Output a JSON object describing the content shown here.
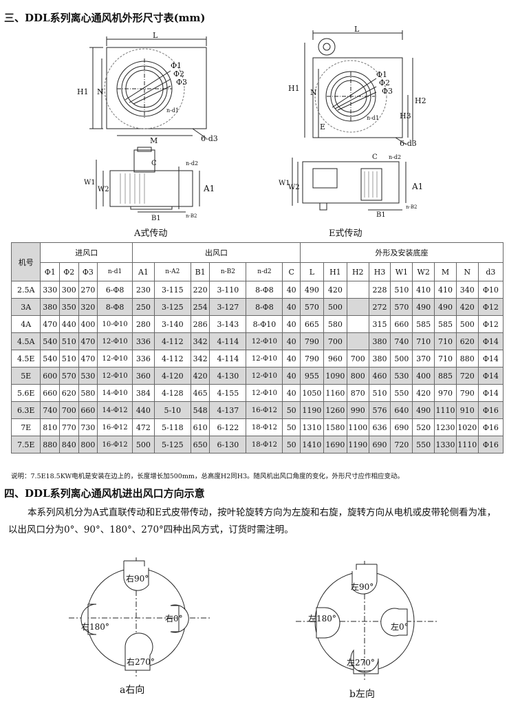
{
  "sections": {
    "dims_title": "三、DDL系列离心通风机外形尺寸表(mm)",
    "direction_title": "四、DDL系列离心通风机进出风口方向示意"
  },
  "drawing_labels": {
    "L": "L",
    "H1": "H1",
    "N": "N",
    "M": "M",
    "H2": "H2",
    "H3": "H3",
    "phi1": "Φ1",
    "phi2": "Φ2",
    "phi3": "Φ3",
    "nd1": "n-d1",
    "six_d3": "6-d3",
    "C": "C",
    "nd2": "n-d2",
    "W1": "W1",
    "W2": "W2",
    "A1": "A1",
    "B1": "B1",
    "nB2": "n-B2",
    "E": "E"
  },
  "captions": {
    "a_drive": "A式传动",
    "e_drive": "E式传动"
  },
  "table": {
    "group_headers": {
      "model": "机号",
      "inlet": "进风口",
      "outlet": "出风口",
      "base": "外形及安装底座"
    },
    "columns": [
      "Φ1",
      "Φ2",
      "Φ3",
      "n-d1",
      "A1",
      "n-A2",
      "B1",
      "n-B2",
      "n-d2",
      "C",
      "L",
      "H1",
      "H2",
      "H3",
      "W1",
      "W2",
      "M",
      "N",
      "d3"
    ],
    "rows": [
      {
        "model": "2.5A",
        "shade": false,
        "v": [
          "330",
          "300",
          "270",
          "6-Φ8",
          "230",
          "3-115",
          "220",
          "3-110",
          "8-Φ8",
          "40",
          "490",
          "420",
          "",
          "228",
          "510",
          "410",
          "410",
          "340",
          "Φ10"
        ]
      },
      {
        "model": "3A",
        "shade": true,
        "v": [
          "380",
          "350",
          "320",
          "8-Φ8",
          "250",
          "3-125",
          "254",
          "3-127",
          "8-Φ8",
          "40",
          "570",
          "500",
          "",
          "272",
          "570",
          "490",
          "490",
          "420",
          "Φ12"
        ]
      },
      {
        "model": "4A",
        "shade": false,
        "v": [
          "470",
          "440",
          "400",
          "10-Φ10",
          "280",
          "3-140",
          "286",
          "3-143",
          "8-Φ10",
          "40",
          "665",
          "580",
          "",
          "315",
          "660",
          "585",
          "585",
          "500",
          "Φ12"
        ]
      },
      {
        "model": "4.5A",
        "shade": true,
        "v": [
          "540",
          "510",
          "470",
          "12-Φ10",
          "336",
          "4-112",
          "342",
          "4-114",
          "12-Φ10",
          "40",
          "790",
          "700",
          "",
          "380",
          "740",
          "710",
          "710",
          "620",
          "Φ14"
        ]
      },
      {
        "model": "4.5E",
        "shade": false,
        "v": [
          "540",
          "510",
          "470",
          "12-Φ10",
          "336",
          "4-112",
          "342",
          "4-114",
          "12-Φ10",
          "40",
          "790",
          "960",
          "700",
          "380",
          "500",
          "370",
          "710",
          "880",
          "Φ14"
        ]
      },
      {
        "model": "5E",
        "shade": true,
        "v": [
          "600",
          "570",
          "530",
          "12-Φ10",
          "360",
          "4-120",
          "420",
          "4-130",
          "12-Φ10",
          "40",
          "955",
          "1090",
          "800",
          "460",
          "530",
          "400",
          "885",
          "720",
          "Φ14"
        ]
      },
      {
        "model": "5.6E",
        "shade": false,
        "v": [
          "660",
          "620",
          "580",
          "14-Φ10",
          "384",
          "4-128",
          "465",
          "4-155",
          "12-Φ10",
          "40",
          "1050",
          "1160",
          "870",
          "510",
          "550",
          "420",
          "970",
          "790",
          "Φ14"
        ]
      },
      {
        "model": "6.3E",
        "shade": true,
        "v": [
          "740",
          "700",
          "660",
          "14-Φ12",
          "440",
          "5-10",
          "548",
          "4-137",
          "16-Φ12",
          "50",
          "1190",
          "1260",
          "990",
          "576",
          "640",
          "490",
          "1110",
          "910",
          "Φ16"
        ]
      },
      {
        "model": "7E",
        "shade": false,
        "v": [
          "810",
          "770",
          "730",
          "16-Φ12",
          "472",
          "5-118",
          "610",
          "6-122",
          "18-Φ12",
          "50",
          "1310",
          "1580",
          "1100",
          "636",
          "690",
          "520",
          "1230",
          "1020",
          "Φ16"
        ]
      },
      {
        "model": "7.5E",
        "shade": true,
        "v": [
          "880",
          "840",
          "800",
          "16-Φ12",
          "500",
          "5-125",
          "650",
          "6-130",
          "18-Φ12",
          "50",
          "1410",
          "1690",
          "1190",
          "690",
          "720",
          "550",
          "1330",
          "1110",
          "Φ16"
        ]
      }
    ]
  },
  "note": "说明：7.5E18.5KW电机是安装在边上的，长度增长加500mm，总高度H2同H3。随风机出风口角度的变化，外形尺寸应作相应变动。",
  "paragraph": "本系列风机分为A式直联传动和E式皮带传动，按叶轮旋转方向为左旋和右旋，旋转方向从电机或皮带轮侧看为准，以出风口分为0°、90°、180°、270°四种出风方式，订货时需注明。",
  "direction": {
    "right": {
      "caption": "a右向",
      "labels": [
        "右90°",
        "右0°",
        "右180°",
        "右270°"
      ]
    },
    "left": {
      "caption": "b左向",
      "labels": [
        "左90°",
        "左0°",
        "左180°",
        "左270°"
      ]
    }
  }
}
